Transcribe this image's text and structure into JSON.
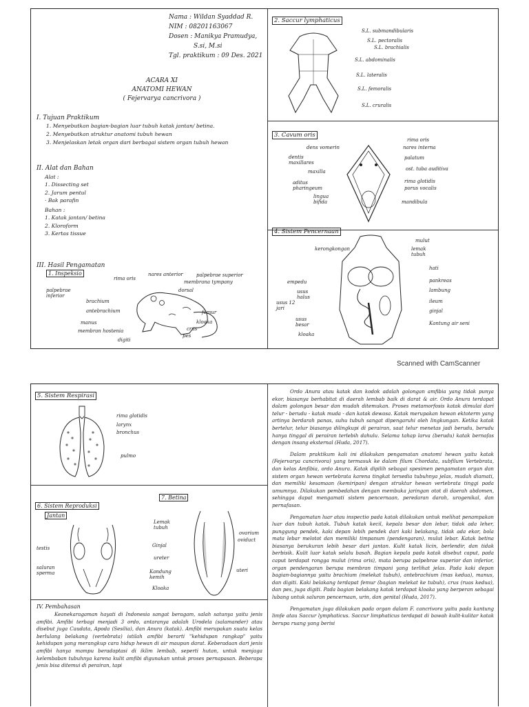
{
  "header": {
    "nama": "Nama : Wildan Syaddad R.",
    "nim": "NIM  : 08201163067",
    "dosen": "Dosen : Manikya Pramudya,",
    "dosen2": "S.si, M.si",
    "tgl": "Tgl. praktikum : 09 Des. 2021"
  },
  "title": {
    "acara": "ACARA XI",
    "judul": "ANATOMI HEWAN",
    "spesies": "( Fejervarya cancrivora )"
  },
  "tujuan": {
    "heading": "I. Tujuan Praktikum",
    "items": [
      "1. Menyebutkan bagian-bagian luar tubuh katak jantan/ betina.",
      "2. Menyebutkan struktur anatomi tubuh hewan",
      "3. Menjelaskan letak organ dari berbagai sistem organ tubuh hewan"
    ]
  },
  "alat": {
    "heading": "II. Alat dan Bahan",
    "alat_label": "Alat :",
    "alat_items": [
      "1. Dissecting set",
      "2. Jarum pentul",
      "· Bak parafin"
    ],
    "bahan_label": "Bahan :",
    "bahan_items": [
      "1. Katak jantan/ betina",
      "2. Kloroform",
      "3. Kertas tissue"
    ]
  },
  "hasil": {
    "heading": "III. Hasil Pengamatan",
    "inspeksi": "1. Inspeksio",
    "labels": [
      "rima oris",
      "nares anterior",
      "palpebrae superior",
      "membrana tympany",
      "palpebrae inferior",
      "dorsal",
      "brachium",
      "antebrachium",
      "femur",
      "manus",
      "kloaka",
      "membran hostenia",
      "crus",
      "pes",
      "digiti"
    ]
  },
  "saccur": {
    "title": "2. Saccur lymphaticus",
    "labels": [
      "S.L. submandibularis",
      "S.L. pectoralis",
      "S.L. brachialis",
      "S.L. abdominalis",
      "S.L. lateralis",
      "S.L. femoralis",
      "S.L. cruralis"
    ]
  },
  "cavum": {
    "title": "3. Cavum oris",
    "left_labels": [
      "dens vomerin",
      "dentis maxillares",
      "maxilla",
      "aditus pharingeum",
      "lingua bifida"
    ],
    "right_labels": [
      "rima oris",
      "nares interna",
      "palatum",
      "ost. tuba auditiva",
      "rima glotidis",
      "porus vocalis",
      "mandibula"
    ]
  },
  "pencernaan": {
    "title": "4. Sistem Pencernaan",
    "left_labels": [
      "kerongkongan",
      "empedu",
      "usus halus",
      "usus 12 jari",
      "usus besar",
      "kloaka"
    ],
    "right_labels": [
      "mulut",
      "lemak tubuh",
      "hati",
      "pankreas",
      "lambung",
      "ileum",
      "ginjal",
      "Kantung air seni"
    ]
  },
  "scanner": "Scanned with CamScanner",
  "respirasi": {
    "title": "5. Sistem Respirasi",
    "labels": [
      "rima glotidis",
      "larynx",
      "bronchus",
      "pulmo"
    ]
  },
  "reproduksi": {
    "title": "6. Sistem Reproduksi",
    "jantan": "Jantan",
    "betina": "7. Betina",
    "left_labels": [
      "testis",
      "saluran sperma"
    ],
    "mid_labels": [
      "Lemak tubuh",
      "Ginjal",
      "ureter",
      "Kandung kemih",
      "Kloaka"
    ],
    "right_labels": [
      "ovarium",
      "oviduct",
      "uteri"
    ]
  },
  "pembahasan": {
    "heading": "IV. Pembahasan",
    "p1": "Keanekaragaman hayati di Indonesia sangat beragam, salah satunya yaitu jenis amfibi. Amfibi terbagi menjadi 3 ordo, antaranya adalah Urodela (salamander) atau disebut juga Caudata, Apoda (Sesilia), dan Anura (katak). Amfibi merupakan suatu kelas berlulang belakang (vertebrata) istilah amfibi berarti \"kehidupan rangkap\" yaitu kehidupan yang merangkup cara hidup hewan di air maupun darat. Keberadaan dari jenis amfibi hanya mampu beradaptasi di iklim lembab, seperti hutan, untuk menjaga kelembaban tubuhnya karena kulit amfibi digunakan untuk proses pernapasan. Beberapa jenis bisa ditemui di perairan, tapi",
    "p2": "Ordo Anura atau katak dan kodok adalah golongan amfibia yang tidak punya ekor, biasanya berhabitat di daerah lembab baik di darat & air. Ordo Anura terdapat dalam golongan besar dan mudah ditemukan. Proses metamorfosis katak dimulai dari telur - berudu - katak muda - dan katak dewasa. Katak merupakan hewan ektoterm yang artinya berdarah panas, suhu tubuh sangat dipengaruhi oleh lingkungan. Ketika katak bertelur, telur biasanya dilingkupi di perairan, saat telur menetas jadi berudu, berudu hanya tinggal di perairan terlebih dahulu. Selama tahap larva (berudu) katak bernafas dengan insang eksternal (Huda, 2017).",
    "p3": "Dalam praktikum kali ini dilakukan pengamatan anatomi hewan yaitu katak (Fejervarya cancrivora) yang termasuk ke dalam filum Chordata, subfilum Vertebrata, dan kelas Amfibia, ordo Anura. Katak dipilih sebagai spesimen pengamatan organ dan sistem organ hewan vertebrata karena tingkat tersedia tubuhnya jelas, mudah diamati, dan memiliki kesamaan (kemiripan) dengan struktur hewan vertebrata tinggi pada umumnya. Dilakukan pembedahan dengan membuka jaringan otot di daerah abdomen, sehingga dapat mengamati sistem pencernaan, peredaran darah, urogenikal, dan pernafasan.",
    "p4": "Pengamatan luar atau inspectio pada katak dilakukan untuk melihat penampakan luar dan tubuh katak. Tubuh katak kecil, kepala besar dan lebar, tidak ada leher, punggung pendek, kaki depan lebih pendek dari kaki belakang, tidak ada ekor, bola mata lebar melotot dan memiliki timpanum (pendengaran), mulut lebar. Katak betina biasanya berukuran lebih besar dari jantan. Kulit katak licin, berlendir, dan tidak berbisik. Kulit luar katak selalu basah. Bagian kepala pada katak disebut caput, pada caput terdapat rongga mulut (rima oris), mata berupa palpebrae superior dan inferior, organ pendengaran berupa membran timpani yang terlihat jelas. Pada kaki depan bagian-bagiannya yaitu brachium (melekat tubuh), antebrachium (mas kedua), manus, dan digiti. Kaki belakang terdapat femur (bagian melekat ke tubuh), crus (ruas kedua), dan pes, juga digiti. Pada bagian belakang katak terdapat kloaka yang berperan sebagai lubang untuk saluran pencernaan, urin, dan genital (Huda, 2017).",
    "p5": "Pengamatan juga dilakukan pada organ dalam F. cancrivora yaitu pada kantung limfe atau Saccur lymphaticus. Saccur limphaticus terdapat di bawah kulit-kulitar katak berupa ruang yang berisi"
  }
}
